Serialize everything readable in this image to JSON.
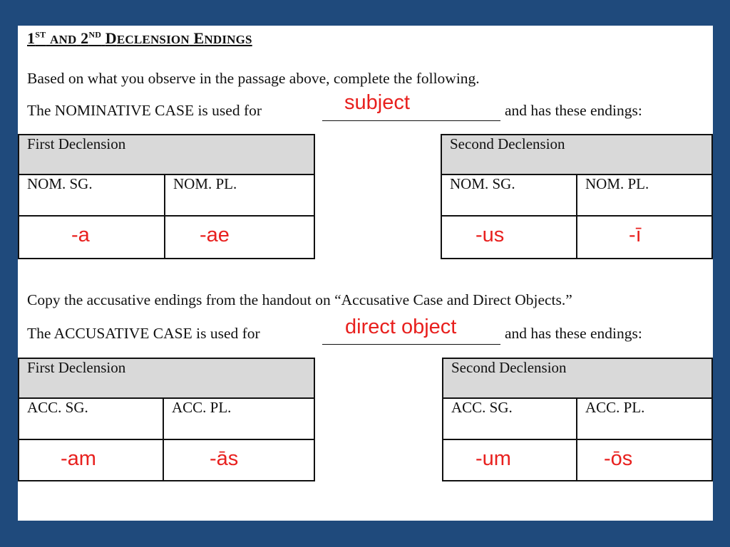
{
  "title": {
    "n1": "1",
    "sup1": "ST",
    "and": "AND",
    "n2": "2",
    "sup2": "ND",
    "d": "D",
    "eclension": "ECLENSION",
    "e": "E",
    "ndings": "NDINGS"
  },
  "instructions": {
    "nominative_intro": "Based on what you observe in the passage above, complete the following.",
    "nominative_prefix": "The NOMINATIVE CASE is used for",
    "nominative_answer": "subject",
    "suffix": "and has these endings:",
    "accusative_intro": "Copy the accusative endings from the handout on “Accusative Case and Direct Objects.”",
    "accusative_prefix": "The ACCUSATIVE CASE is used for",
    "accusative_answer": "direct object"
  },
  "tables": {
    "nom_first": {
      "header": "First Declension",
      "col1": "NOM. SG.",
      "col2": "NOM. PL.",
      "ans1": "-a",
      "ans2": "-ae"
    },
    "nom_second": {
      "header": "Second Declension",
      "col1": "NOM. SG.",
      "col2": "NOM. PL.",
      "ans1": "-us",
      "ans2": "-ī"
    },
    "acc_first": {
      "header": "First Declension",
      "col1": "ACC. SG.",
      "col2": "ACC. PL.",
      "ans1": "-am",
      "ans2": "-ās"
    },
    "acc_second": {
      "header": "Second Declension",
      "col1": "ACC. SG.",
      "col2": "ACC. PL.",
      "ans1": "-um",
      "ans2": "-ōs"
    }
  },
  "colors": {
    "background": "#1f4a7c",
    "answer": "#e8201e",
    "header_fill": "#d9d9d9"
  }
}
